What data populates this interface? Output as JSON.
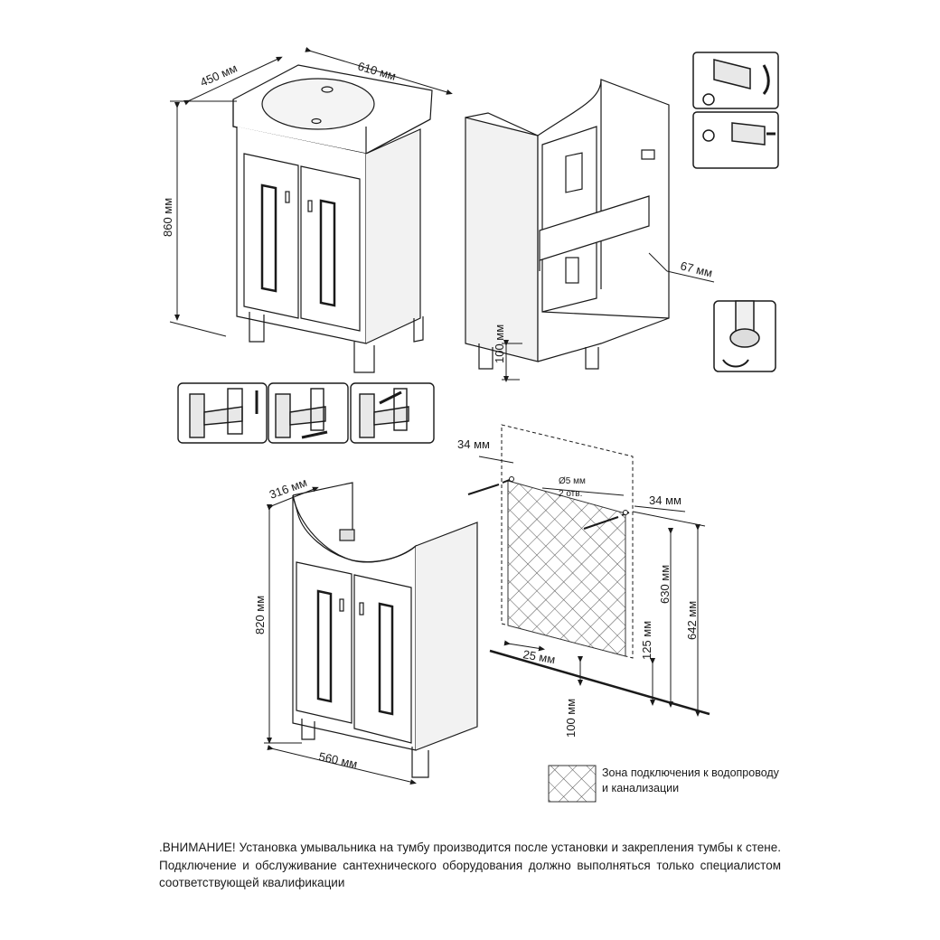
{
  "diagram": {
    "dimensions": {
      "depth_top": "450 мм",
      "width_top": "610 мм",
      "height_total": "860 мм",
      "rail_offset": "67 мм",
      "leg_height_rear": "100 мм",
      "cabinet_depth": "316 мм",
      "cabinet_height": "820 мм",
      "cabinet_width": "560 мм",
      "side_offset_left": "34 мм",
      "side_offset_right": "34 мм",
      "holes_count_size": "Ø5 мм",
      "holes_count": "2 отв.",
      "mount_height_630": "630 мм",
      "mount_height_642": "642 мм",
      "zone_bottom_125": "125 мм",
      "zone_inset_25": "25 мм",
      "floor_gap_100": "100 мм"
    },
    "legend": {
      "label": "Зона подключения к водопроводу и канализации"
    },
    "warning": ".ВНИМАНИЕ! Установка умывальника на тумбу производится после установки и закрепления тумбы к стене. Подключение и обслуживание сантехнического оборудования должно выполняться только специалистом соответствующей квалификации",
    "icons": [
      "hinge-adjust-vertical-icon",
      "hinge-adjust-horizontal-icon",
      "hinge-adjust-depth-icon",
      "wall-bracket-icon",
      "leg-adjust-icon"
    ]
  }
}
